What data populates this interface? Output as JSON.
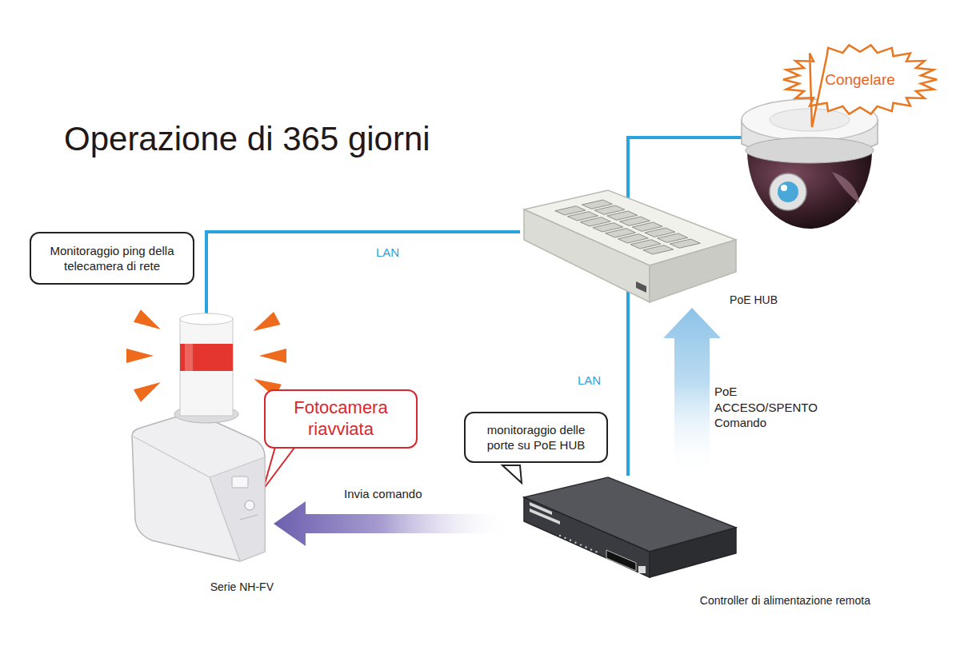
{
  "diagram": {
    "title": "Operazione di 365 giorni",
    "nodes": [
      {
        "text": [
          "Monitoraggio ping della telecamera di rete"
        ]
      },
      {
        "text": [
          "Serie NH-FV"
        ]
      },
      {
        "text": [
          "Fotocamera riavviata"
        ]
      },
      {
        "text": [
          "PoE HUB"
        ]
      },
      {
        "text": [
          "Congelare"
        ]
      },
      {
        "text": [
          "monitoraggio delle porte su PoE HUB"
        ]
      },
      {
        "text": [
          "Controller di alimentazione remota"
        ]
      }
    ],
    "edges": [
      {
        "from": 1,
        "to": 3,
        "arrow": "none",
        "label": "LAN"
      },
      {
        "from": 6,
        "to": 3,
        "arrow": "none",
        "label": "LAN"
      },
      {
        "from": 6,
        "to": 3,
        "arrow": "to",
        "label": "PoE ACCESO/SPENTO Comando"
      },
      {
        "from": 6,
        "to": 1,
        "arrow": "to",
        "label": "Invia comando"
      }
    ]
  }
}
